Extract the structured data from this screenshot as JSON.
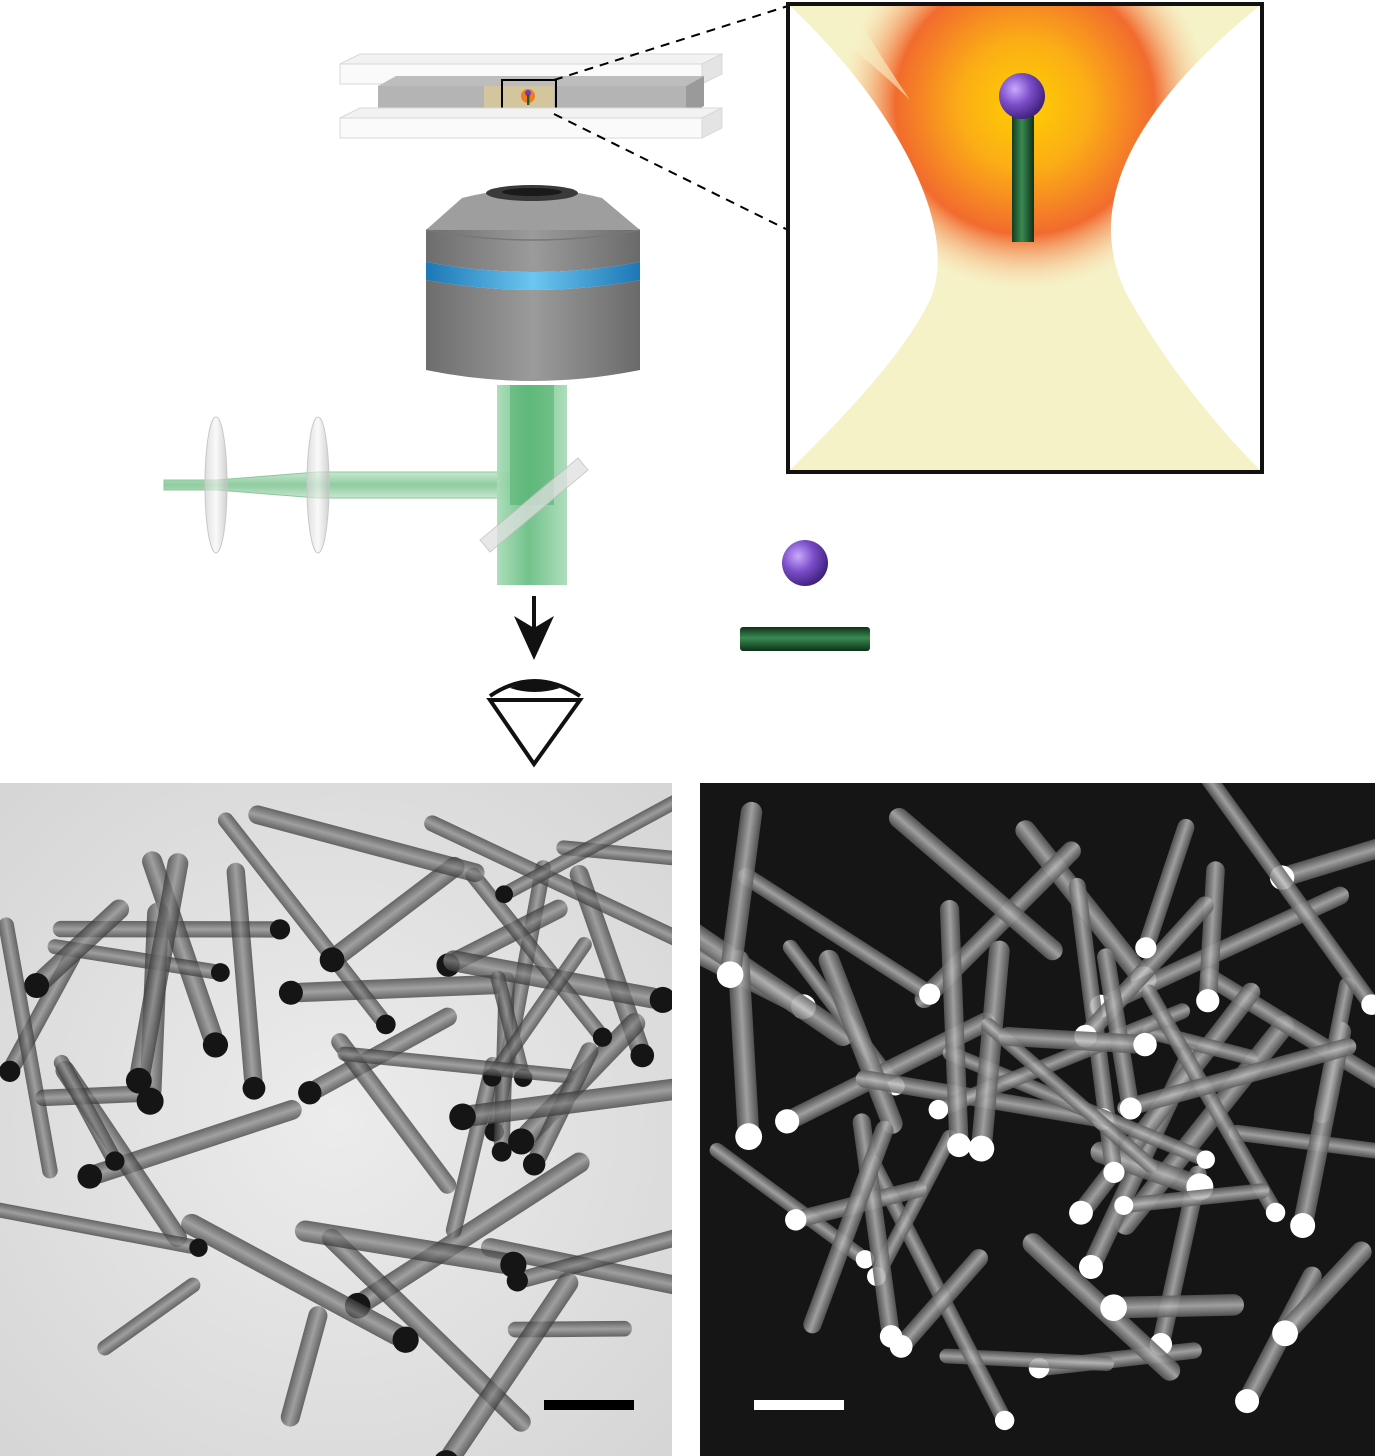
{
  "figure": {
    "panels": [
      {
        "name": "optical-trap-setup",
        "kind": "schematic"
      },
      {
        "name": "trap-inset",
        "kind": "schematic-zoom"
      },
      {
        "name": "legend",
        "kind": "schematic-key"
      },
      {
        "name": "tem-image",
        "kind": "micrograph",
        "background": "light"
      },
      {
        "name": "dark-field-image",
        "kind": "micrograph",
        "background": "dark"
      }
    ],
    "legend": {
      "items": [
        {
          "icon": "gold-sphere-icon",
          "color": "#6a3fb0"
        },
        {
          "icon": "nanorod-icon",
          "color": "#1f5a30"
        }
      ],
      "labels": []
    },
    "colors": {
      "sphere": "#6a3fb0",
      "rod": "#1f5a30",
      "beam": "#9fd6b0",
      "objective": "#8a8a8a",
      "objective_band": "#3fa8de",
      "trap_hot": "#ffd000",
      "trap_mid": "#f26b2e",
      "trap_cone": "#f6f2c8",
      "tem_bg": "#e6e6e6",
      "df_bg": "#151515"
    },
    "scale_bars": [
      {
        "panel": "tem-image",
        "color": "#000000",
        "label": ""
      },
      {
        "panel": "dark-field-image",
        "color": "#ffffff",
        "label": ""
      }
    ]
  }
}
